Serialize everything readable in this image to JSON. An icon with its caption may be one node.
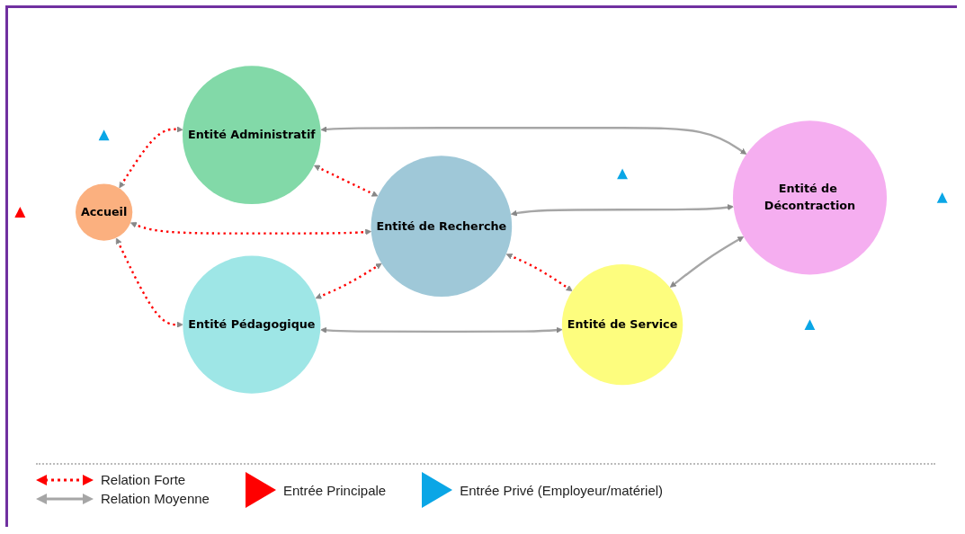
{
  "diagram": {
    "nodes": [
      {
        "text": [
          "Entité Administratif"
        ]
      },
      {
        "text": [
          "Entité de Décontraction"
        ]
      },
      {
        "text": [
          "Accueil"
        ]
      },
      {
        "text": [
          "Entité de Recherche"
        ]
      },
      {
        "text": [
          "Entité Pédagogique"
        ]
      },
      {
        "text": [
          "Entité de Service"
        ]
      },
      {
        "text": [],
        "shape": "triangle"
      },
      {
        "text": [],
        "shape": "triangle"
      },
      {
        "text": [],
        "shape": "triangle"
      },
      {
        "text": [],
        "shape": "triangle"
      },
      {
        "text": [],
        "shape": "triangle"
      }
    ],
    "edges": [
      {
        "from": 2,
        "to": 0,
        "arrow": "both",
        "style": "dashed"
      },
      {
        "from": 0,
        "to": 3,
        "arrow": "both",
        "style": "dashed"
      },
      {
        "from": 2,
        "to": 3,
        "arrow": "both",
        "style": "dashed"
      },
      {
        "from": 2,
        "to": 4,
        "arrow": "both",
        "style": "dashed"
      },
      {
        "from": 4,
        "to": 3,
        "arrow": "both",
        "style": "dashed"
      },
      {
        "from": 3,
        "to": 5,
        "arrow": "both",
        "style": "dashed"
      },
      {
        "from": 0,
        "to": 1,
        "arrow": "both",
        "color": "#a6a6a6"
      },
      {
        "from": 3,
        "to": 1,
        "arrow": "both",
        "color": "#a6a6a6"
      },
      {
        "from": 5,
        "to": 1,
        "arrow": "both",
        "color": "#a6a6a6"
      },
      {
        "from": 4,
        "to": 5,
        "arrow": "both",
        "color": "#a6a6a6"
      }
    ],
    "legend": [
      {
        "text": "Relation Forte"
      },
      {
        "text": "Relation Moyenne"
      },
      {
        "text": "Entrée Principale"
      },
      {
        "text": "Entrée Privé (Employeur/matériel)"
      }
    ]
  }
}
